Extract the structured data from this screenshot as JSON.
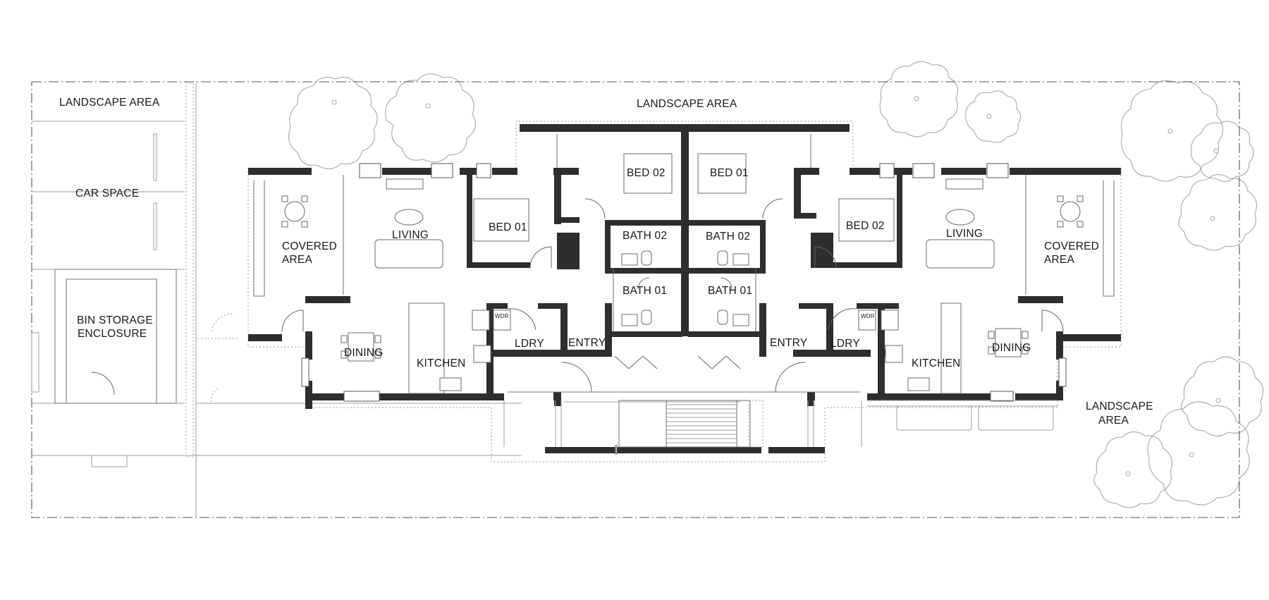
{
  "labels": {
    "landscape_top_left": "LANDSCAPE AREA",
    "landscape_top": "LANDSCAPE AREA",
    "landscape_right_1": "LANDSCAPE",
    "landscape_right_2": "AREA",
    "car_space": "CAR SPACE",
    "bin_storage_1": "BIN STORAGE",
    "bin_storage_2": "ENCLOSURE",
    "covered_area_left_1": "COVERED",
    "covered_area_left_2": "AREA",
    "covered_area_right_1": "COVERED",
    "covered_area_right_2": "AREA",
    "living_left": "LIVING",
    "living_right": "LIVING",
    "bed01_left": "BED 01",
    "bed02_left_top": "BED 02",
    "bed01_right_top": "BED 01",
    "bed02_right": "BED 02",
    "bath02_left": "BATH 02",
    "bath02_right": "BATH 02",
    "bath01_left": "BATH 01",
    "bath01_right": "BATH 01",
    "dining_left": "DINING",
    "dining_right": "DINING",
    "kitchen_left": "KITCHEN",
    "kitchen_right": "KITCHEN",
    "ldry_left": "LDRY",
    "ldry_right": "LDRY",
    "entry_left": "ENTRY",
    "entry_right": "ENTRY",
    "wdr_left": "WDR",
    "wdr_right": "WDR"
  },
  "colors": {
    "wall": "#2e2e2e",
    "line": "#6f6f6f",
    "tree": "#a8a8a8",
    "text": "#1a1a1a"
  }
}
